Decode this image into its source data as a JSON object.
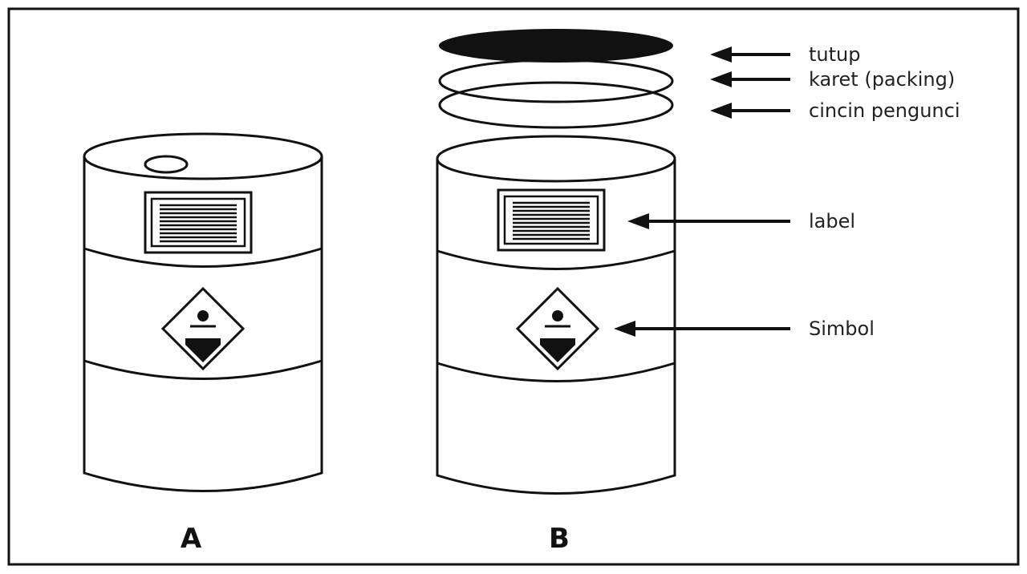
{
  "drums": [
    {
      "id": "A",
      "caption": "A"
    },
    {
      "id": "B",
      "caption": "B"
    }
  ],
  "callouts": {
    "tutup": "tutup",
    "karet": "karet (packing)",
    "cincin": "cincin pengunci",
    "label": "label",
    "simbol": "Simbol"
  },
  "colors": {
    "ink": "#111111",
    "background": "#ffffff"
  }
}
